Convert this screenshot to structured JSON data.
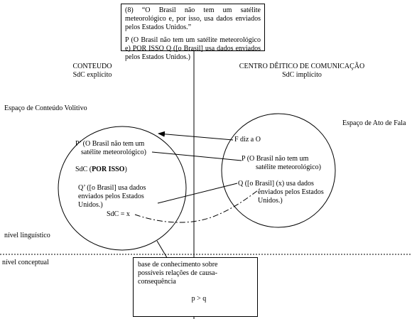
{
  "top_box": {
    "line1": "(8) “O Brasil não tem um satélite meteorológico e, por isso, usa dados enviados pelos Estados Unidos.”",
    "line2": "P (O Brasil não tem um satélite meteorológico e) POR ISSO Q ([o Brasil] usa dados enviados pelos Estados Unidos.)"
  },
  "left_heading": {
    "title": "CONTEUDO",
    "subtitle": "SdC explícito"
  },
  "right_heading": {
    "title": "CENTRO DÊITICO DE COMUNICAÇÃO",
    "subtitle": "SdC implícito"
  },
  "left_space_label": "Espaço de Conteúdo Volitivo",
  "right_space_label": "Espaço de Ato de Fala",
  "left_circle": {
    "p_prime_a": "P’ (O Brasil não tem um",
    "p_prime_b": "satélite meteorológico)",
    "sdc_prefix": "SdC (",
    "sdc_bold": "POR ISSO",
    "sdc_suffix": ")",
    "q_prime_a": "Q’ ([o Brasil] usa dados",
    "q_prime_b": "enviados pelos Estados",
    "q_prime_c": "Unidos.)",
    "sdc_eq": "SdC = x"
  },
  "right_circle": {
    "f": "F diz a O",
    "p_a": "P (O Brasil não tem um",
    "p_b": "satélite meteorológico)",
    "q_a": "Q ([o Brasil] (x) usa dados",
    "q_b": "enviados pelos Estados",
    "q_c": "Unidos.)"
  },
  "level_linguistic": "nível linguístico",
  "level_conceptual": "nível conceptual",
  "bottom_box": {
    "line1": "base de conhecimento sobre",
    "line2": "possíveis relações de causa-",
    "line3": "consequência",
    "formula": "p > q"
  }
}
